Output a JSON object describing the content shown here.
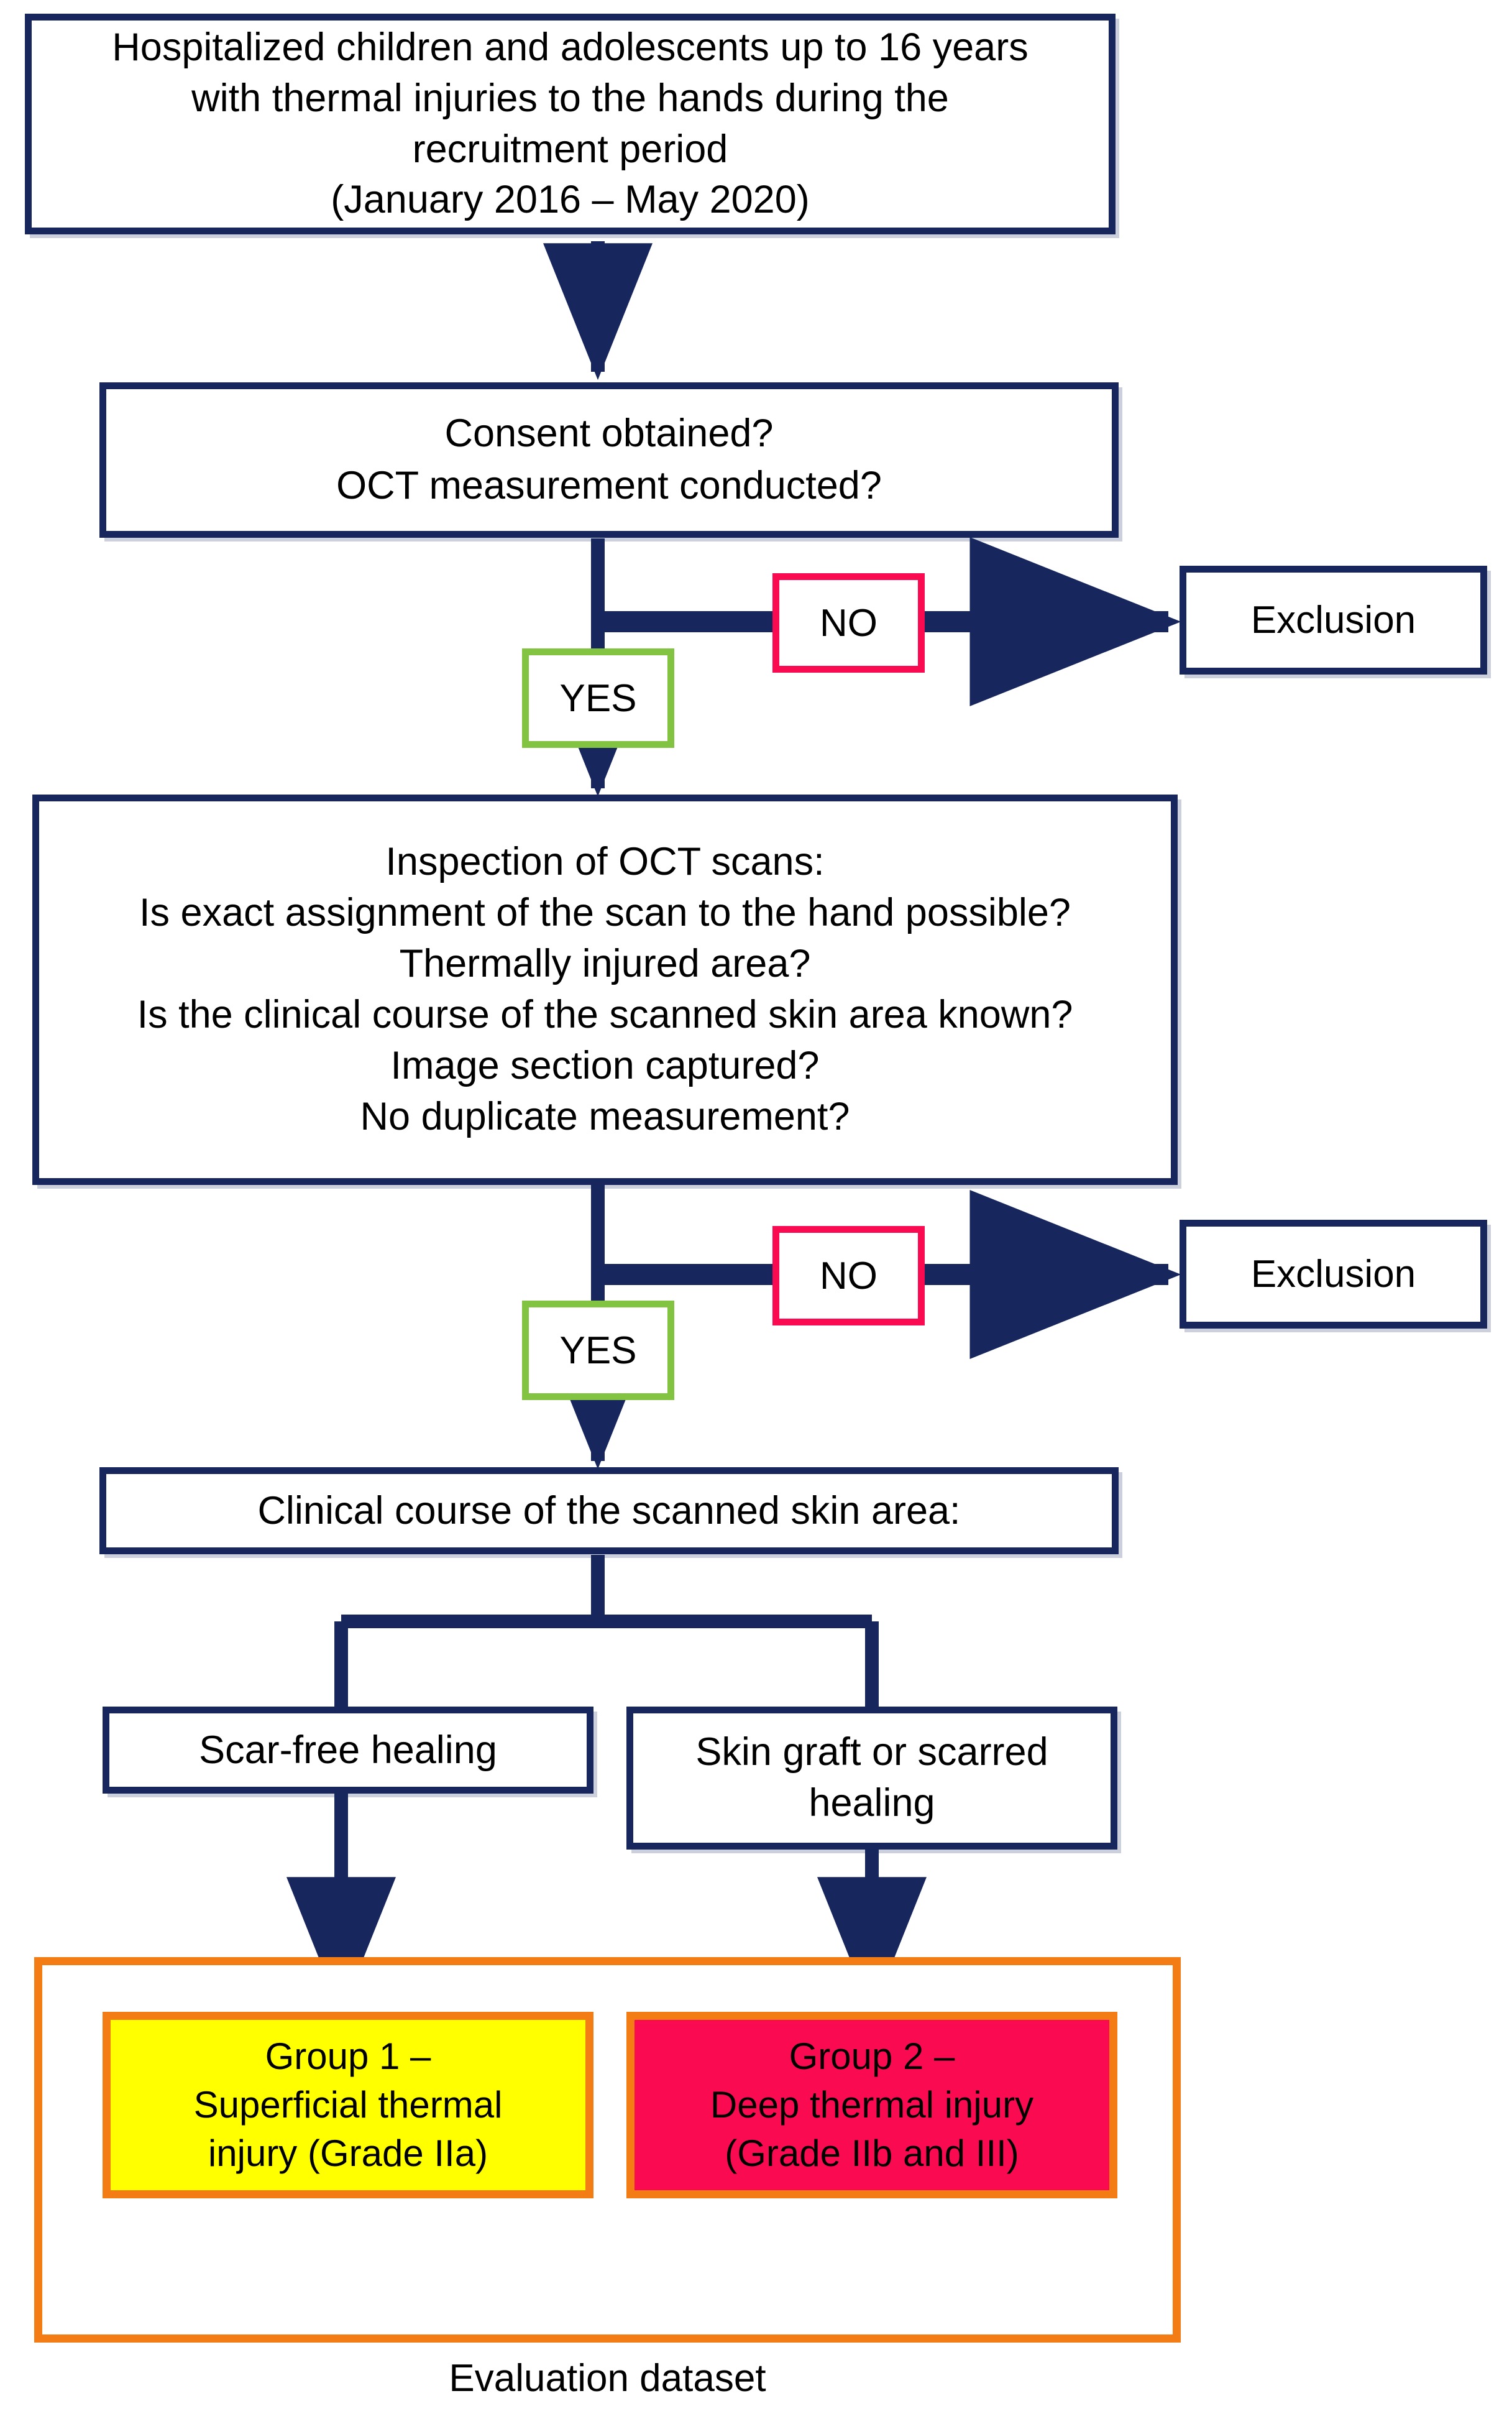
{
  "diagram": {
    "title": "Patient recruitment and OCT scan inclusion flowchart",
    "colors": {
      "navy": "#17275e",
      "orange": "#f47c14",
      "green": "#82c341",
      "pink": "#fa0a50",
      "yellow": "#ffff00",
      "white": "#ffffff",
      "text": "#000000"
    }
  },
  "nodes": {
    "population": {
      "text": "Hospitalized children and adolescents up to 16 years\nwith thermal injuries to the hands during the\nrecruitment period\n(January 2016 – May 2020)"
    },
    "consent": {
      "text": "Consent obtained?\nOCT measurement conducted?"
    },
    "inspection": {
      "text": "Inspection of OCT scans:\nIs exact assignment of the scan to the hand possible?\nThermally injured area?\nIs the clinical course of the scanned skin area known?\nImage section captured?\nNo duplicate measurement?"
    },
    "clinical_course": {
      "text": "Clinical course of the scanned skin area:"
    },
    "scar_free": {
      "text": "Scar-free healing"
    },
    "skin_graft": {
      "text": "Skin graft or scarred\nhealing"
    },
    "exclusion_1": {
      "text": "Exclusion"
    },
    "exclusion_2": {
      "text": "Exclusion"
    },
    "group_1": {
      "text": "Group 1 –\nSuperficial thermal\ninjury (Grade IIa)"
    },
    "group_2": {
      "text": "Group 2 –\nDeep thermal injury\n(Grade IIb and III)"
    }
  },
  "labels": {
    "no_1": "NO",
    "no_2": "NO",
    "yes_1": "YES",
    "yes_2": "YES",
    "dataset_caption": "Evaluation dataset"
  }
}
